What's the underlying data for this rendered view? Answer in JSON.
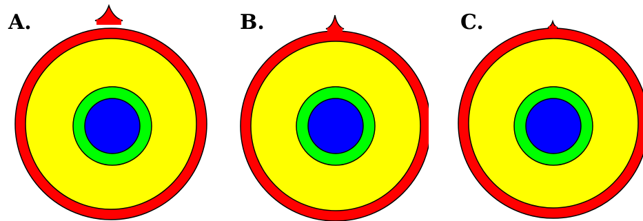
{
  "panels": [
    {
      "label": "A.",
      "peak_size": "large"
    },
    {
      "label": "B.",
      "peak_size": "small"
    },
    {
      "label": "C.",
      "peak_size": "tiny"
    }
  ],
  "colors": {
    "outer_layer": "#ff0000",
    "middle_layer": "#ffff00",
    "inner_ring": "#00ff00",
    "core": "#0000ff",
    "outline": "#000000"
  }
}
